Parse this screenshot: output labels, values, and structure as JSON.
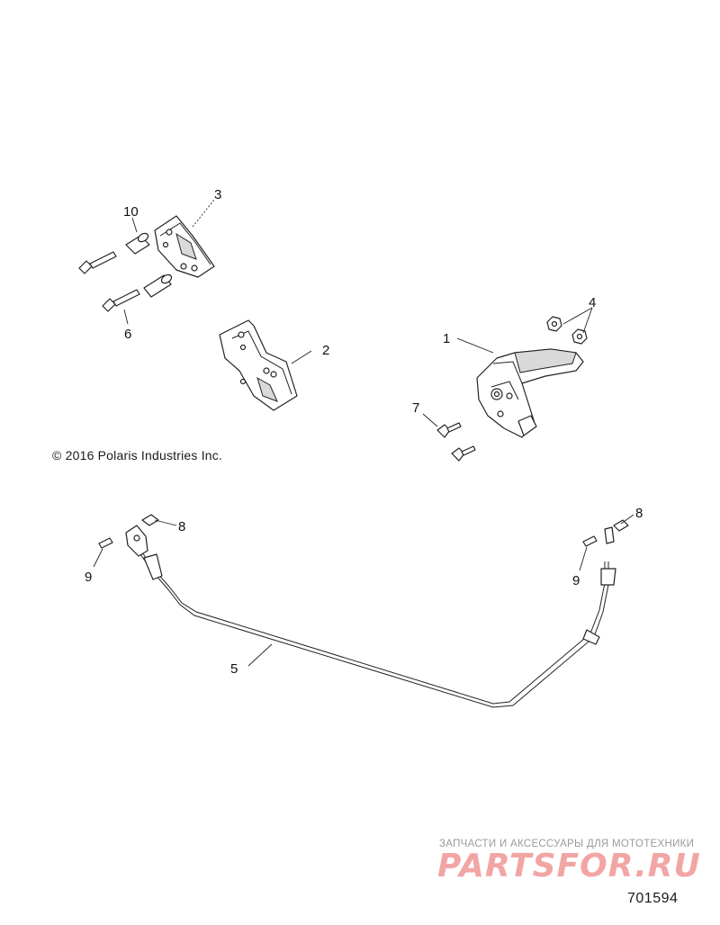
{
  "copyright": "© 2016  Polaris Industries Inc.",
  "diagram_id": "701594",
  "watermark": {
    "tagline": "ЗАПЧАСТИ И АКСЕССУАРЫ ДЛЯ МОТОТЕХНИКИ",
    "brand": "PARTSFOR.RU"
  },
  "callouts": {
    "c1": "1",
    "c2": "2",
    "c3": "3",
    "c4": "4",
    "c5": "5",
    "c6": "6",
    "c7": "7",
    "c8a": "8",
    "c8b": "8",
    "c9a": "9",
    "c9b": "9",
    "c10": "10"
  }
}
